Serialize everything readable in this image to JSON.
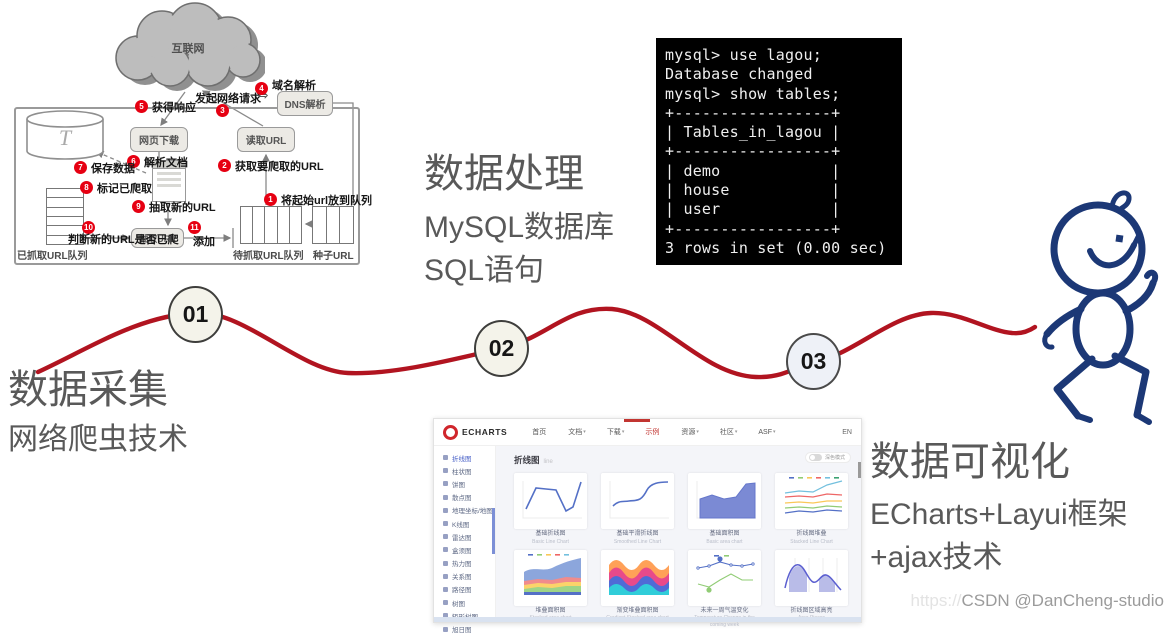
{
  "sections": {
    "collect": {
      "title": "数据采集",
      "subtitle": "网络爬虫技术"
    },
    "process": {
      "title": "数据处理",
      "line1": "MySQL数据库",
      "line2": "SQL语句"
    },
    "visualize": {
      "title": "数据可视化",
      "line1": "ECharts+Layui框架",
      "line2": "+ajax技术"
    }
  },
  "milestones": {
    "m1": "01",
    "m2": "02",
    "m3": "03"
  },
  "crawler": {
    "cloud": "互联网",
    "box_download": "网页下载",
    "box_read": "读取URL",
    "box_dns": "DNS解析",
    "box_extract": "抽取URL",
    "q_crawled": "已抓取URL队列",
    "q_pending": "待抓取URL队列",
    "q_seed": "种子URL",
    "arrow": "⇨",
    "steps": [
      {
        "n": "1",
        "label": "将起始url放到队列"
      },
      {
        "n": "2",
        "label": "获取要爬取的URL"
      },
      {
        "n": "3",
        "label": "发起网络请求"
      },
      {
        "n": "4",
        "label": "域名解析"
      },
      {
        "n": "5",
        "label": "获得响应"
      },
      {
        "n": "6",
        "label": "解析文档"
      },
      {
        "n": "7",
        "label": "保存数据"
      },
      {
        "n": "8",
        "label": "标记已爬取"
      },
      {
        "n": "9",
        "label": "抽取新的URL"
      },
      {
        "n": "10",
        "label": "判断新的URL是否已爬"
      },
      {
        "n": "11",
        "label": "添加"
      }
    ]
  },
  "terminal": {
    "lines": [
      "mysql> use lagou;",
      "Database changed",
      "mysql> show tables;",
      "+-----------------+",
      "| Tables_in_lagou |",
      "+-----------------+",
      "| demo            |",
      "| house           |",
      "| user            |",
      "+-----------------+",
      "3 rows in set (0.00 sec)"
    ]
  },
  "ech": {
    "logo": "ECHARTS",
    "lang": "EN",
    "nav": [
      {
        "label": "首页",
        "caret": ""
      },
      {
        "label": "文档",
        "caret": "▾"
      },
      {
        "label": "下载",
        "caret": "▾"
      },
      {
        "label": "示例",
        "caret": ""
      },
      {
        "label": "资源",
        "caret": "▾"
      },
      {
        "label": "社区",
        "caret": "▾"
      },
      {
        "label": "ASF",
        "caret": "▾"
      }
    ],
    "sidebar": [
      "折线图",
      "柱状图",
      "饼图",
      "散点图",
      "地理坐标/地图",
      "K线图",
      "雷达图",
      "盒须图",
      "热力图",
      "关系图",
      "路径图",
      "树图",
      "矩形树图",
      "旭日图"
    ],
    "page_title": "折线图",
    "page_subtitle": "line",
    "dark_mode": "深色模式",
    "cards": [
      {
        "title": "基础折线图",
        "subtitle": "Basic Line Chart"
      },
      {
        "title": "基础平滑折线图",
        "subtitle": "Smoothed Line Chart"
      },
      {
        "title": "基础面积图",
        "subtitle": "Basic area chart"
      },
      {
        "title": "折线图堆叠",
        "subtitle": "Stacked Line Chart"
      },
      {
        "title": "堆叠面积图",
        "subtitle": "Stacked area chart"
      },
      {
        "title": "渐变堆叠面积图",
        "subtitle": "Gradient Stacked area chart"
      },
      {
        "title": "未来一周气温变化",
        "subtitle": "Temperature Change in the coming week"
      },
      {
        "title": "折线图区域高亮",
        "subtitle": "Area Pieces"
      }
    ]
  },
  "watermark": {
    "prefix": "https://",
    "text": "CSDN @DanCheng-studio"
  }
}
